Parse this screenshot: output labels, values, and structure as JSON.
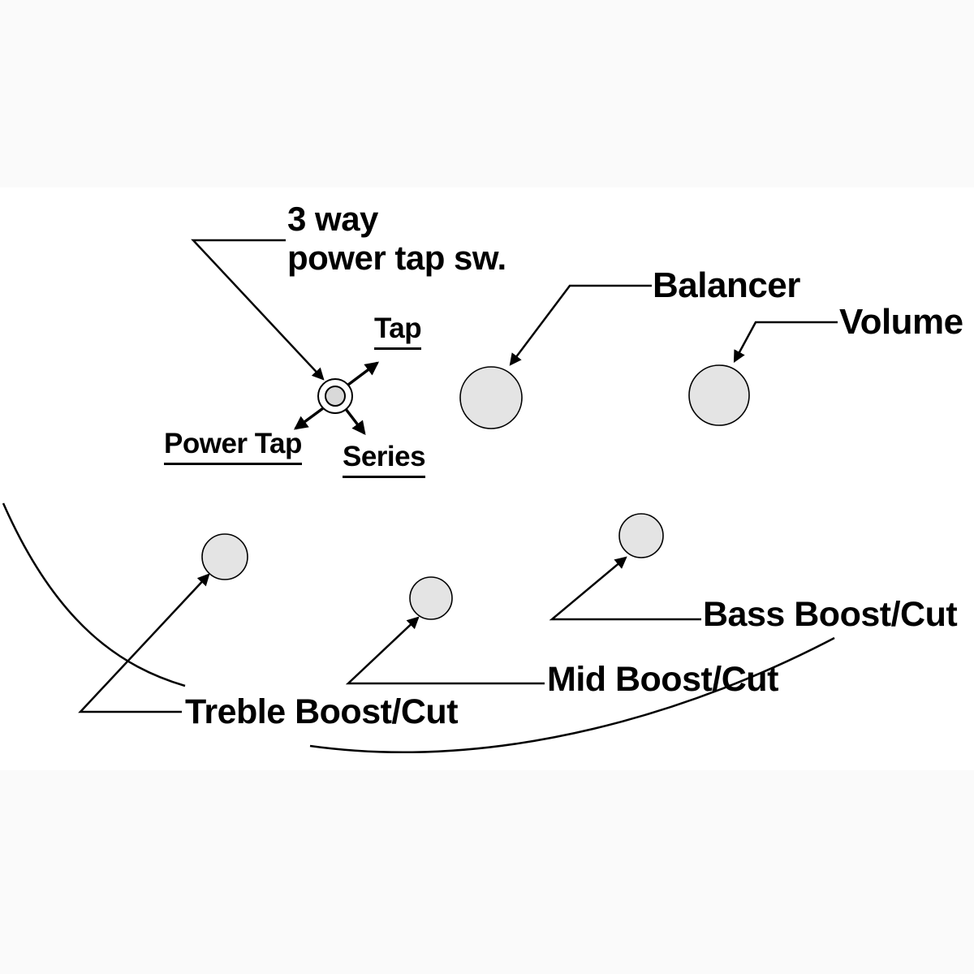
{
  "diagram": {
    "switch_label": {
      "line1": "3 way",
      "line2": "power tap sw."
    },
    "switch_positions": {
      "tap": "Tap",
      "power_tap": "Power Tap",
      "series": "Series"
    },
    "knobs": {
      "balancer": "Balancer",
      "volume": "Volume",
      "bass": "Bass Boost/Cut",
      "mid": "Mid Boost/Cut",
      "treble": "Treble Boost/Cut"
    },
    "colors": {
      "line": "#000000",
      "knob_fill": "#e4e4e4",
      "switch_inner_fill": "#d9d9d9",
      "background": "#ffffff",
      "faint_band": "#fafafa"
    }
  }
}
